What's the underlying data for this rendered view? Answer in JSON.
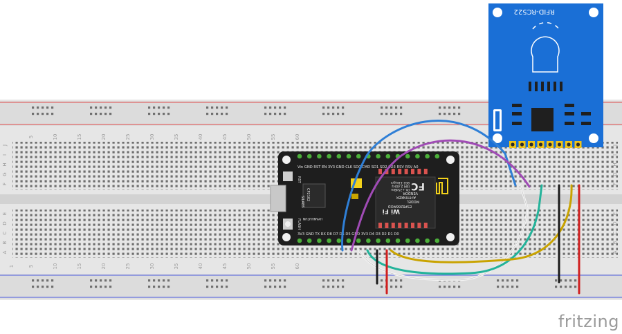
{
  "breadboard": {
    "column_numbers_top": [
      "5",
      "10",
      "15",
      "20",
      "25",
      "30",
      "35",
      "40",
      "45",
      "50",
      "55",
      "60"
    ],
    "column_numbers_bottom": [
      "1",
      "5",
      "10",
      "15",
      "20",
      "25",
      "30",
      "35",
      "40",
      "45",
      "50",
      "55",
      "60"
    ],
    "row_letters_upper": [
      "J",
      "I",
      "H",
      "G",
      "F"
    ],
    "row_letters_lower": [
      "E",
      "D",
      "C",
      "B",
      "A"
    ]
  },
  "nodemcu": {
    "top_pins_text": "Vin GND RST EN 3V3 GND CLK SD0 CMD SD1 SD2 SD3 RSV RSV A0",
    "bottom_pins_text": "3V3 GND TX RX D8 D7 D6 D5 GND 3V3 D4 D3 D2 D1 D0",
    "rst_label": "RST",
    "flash_label": "FLASH",
    "chip_brand": "SILABS",
    "chip_model": "CP2102",
    "credit": "HYANHUFUN",
    "module_label": "MODEL",
    "module_name": "ESP8266MOD",
    "vendor_label": "VENDOR",
    "vendor_name": "AI-THINKER",
    "freq": "ISM 2.4GHz",
    "power": "PA +25dBm",
    "standard": "802.11b/g/n",
    "wifi_logo": "Wi Fi",
    "fcc_logo": "FC"
  },
  "rfid": {
    "title": "RFID-RC522"
  },
  "wires": [
    {
      "name": "blue",
      "color": "#2f7fd6"
    },
    {
      "name": "purple",
      "color": "#a04bb5"
    },
    {
      "name": "teal",
      "color": "#23b39a"
    },
    {
      "name": "white",
      "color": "#f4f4f4"
    },
    {
      "name": "yellow",
      "color": "#c9a300"
    },
    {
      "name": "black",
      "color": "#1a1a1a"
    },
    {
      "name": "red",
      "color": "#d01f1f"
    }
  ],
  "brand": "fritzing"
}
